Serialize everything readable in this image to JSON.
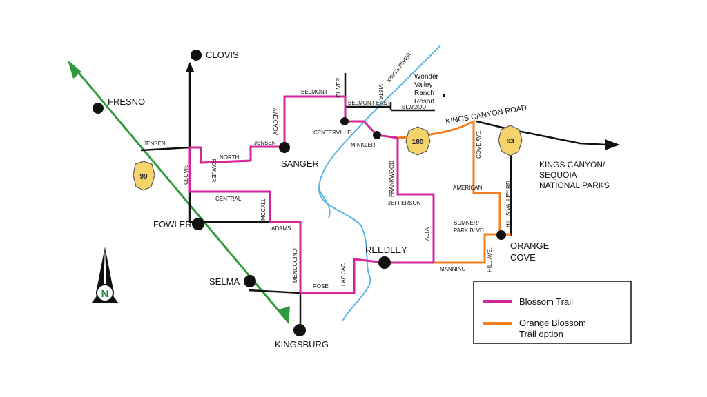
{
  "colors": {
    "blossom_trail": "#d6249b",
    "orange_trail": "#f47f20",
    "highway_99": "#2f9a3e",
    "river": "#5ab4e6",
    "road": "#111111",
    "shield": "#f5d46b"
  },
  "cities": {
    "clovis": "CLOVIS",
    "fresno": "FRESNO",
    "fowler": "FOWLER",
    "selma": "SELMA",
    "kingsburg": "KINGSBURG",
    "sanger": "SANGER",
    "reedley": "REEDLEY",
    "orange_cove_1": "ORANGE",
    "orange_cove_2": "COVE"
  },
  "roads": {
    "jensen_w": "JENSEN",
    "clovis": "CLOVIS",
    "fowler": "FOWLER",
    "north": "NORTH",
    "jensen_e": "JENSEN",
    "academy": "ACADEMY",
    "belmont": "BELMONT",
    "oliver": "OLIVER",
    "belmont_east": "BELMONT EAST",
    "elwood": "ELWOOD",
    "vista": "VISTA",
    "centerville": "CENTERVILLE",
    "minkler": "MINKLER",
    "kings_canyon_road": "KINGS CANYON ROAD",
    "cove_ave": "COVE AVE.",
    "frankwood": "FRANKWOOD",
    "american": "AMERICAN",
    "hills_valley": "HILLS VALLEY RD.",
    "jefferson": "JEFFERSON",
    "central": "CENTRAL",
    "mccall": "MCCALL",
    "adams": "ADAMS",
    "alta": "ALTA",
    "sumner_1": "SUMNER/",
    "sumner_2": "PARK BLVD.",
    "mendocino": "MENDOCINO",
    "manning": "MANNING",
    "hill_ave": "HILL AVE.",
    "lac_jac": "LAC JAC",
    "rose": "ROSE"
  },
  "features": {
    "kings_river": "KINGS RIVER",
    "wonder_1": "Wonder",
    "wonder_2": "Valley",
    "wonder_3": "Ranch",
    "wonder_4": "Resort",
    "parks_1": "KINGS CANYON/",
    "parks_2": "SEQUOIA",
    "parks_3": "NATIONAL PARKS"
  },
  "shields": {
    "hwy99": "99",
    "hwy180": "180",
    "hwy63": "63"
  },
  "compass": {
    "letter": "N"
  },
  "legend": {
    "blossom": "Blossom Trail",
    "orange_1": "Orange Blossom",
    "orange_2": "Trail option"
  }
}
